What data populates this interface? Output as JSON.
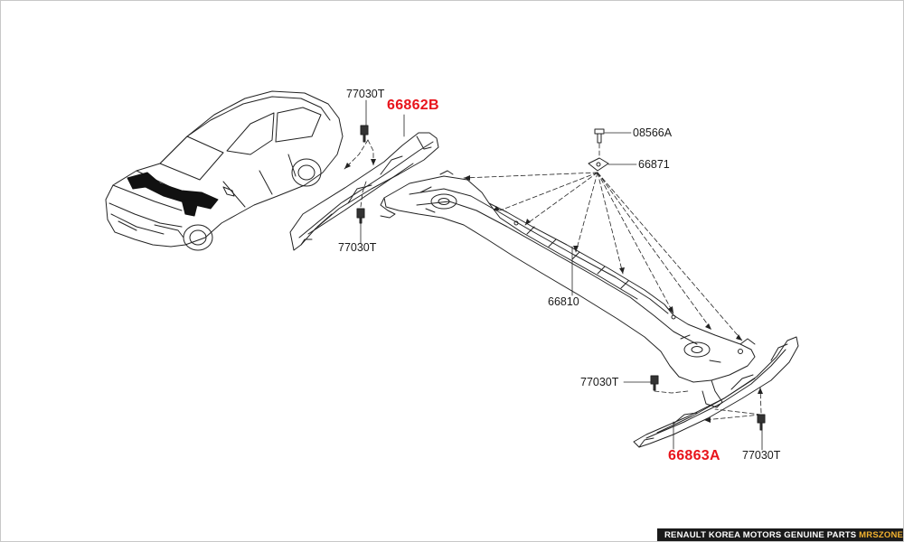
{
  "diagram": {
    "callouts": {
      "clip_top": "77030T",
      "panel_front_left": "66862B",
      "clip_front_lower": "77030T",
      "screw": "08566A",
      "nut_plate": "66871",
      "cowl_panel": "66810",
      "clip_rear_upper": "77030T",
      "panel_rear_right": "66863A",
      "clip_rear_lower": "77030T"
    },
    "highlight_color": "#e8141b"
  },
  "footer": {
    "main_text": "RENAULT KOREA MOTORS GENUINE PARTS ",
    "brand_text": "MRSZONE",
    "bg_color": "#1a1a1a",
    "brand_color": "#f2b230"
  }
}
